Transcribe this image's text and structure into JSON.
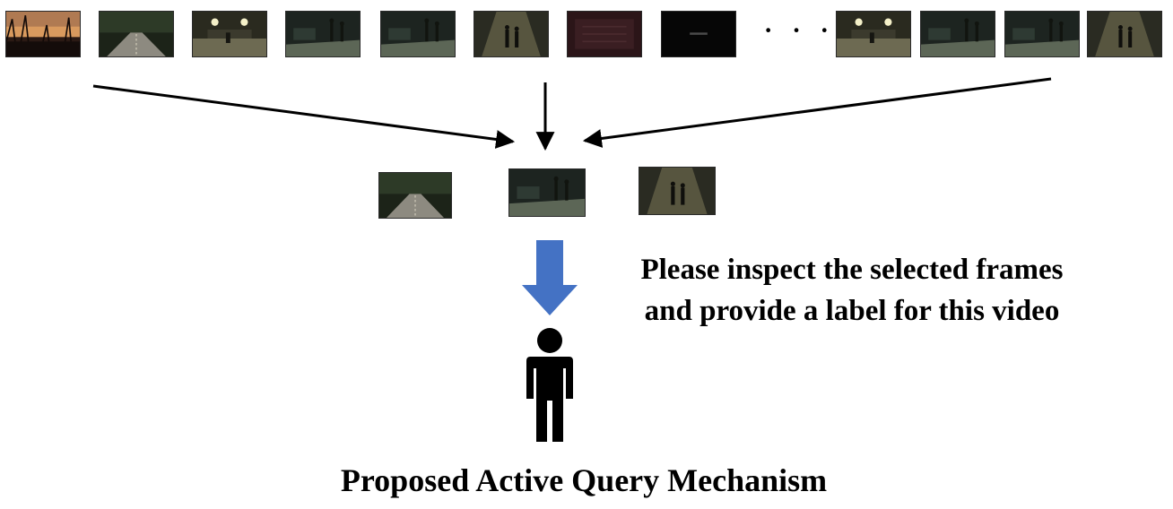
{
  "diagram": {
    "ellipsis": "· · ·",
    "prompt_lines": [
      "Please inspect the selected frames",
      "and provide a label for this video"
    ],
    "caption": "Proposed Active Query Mechanism"
  },
  "frames": {
    "input": [
      {
        "scene": "sunset-trees"
      },
      {
        "scene": "night-road"
      },
      {
        "scene": "garage-lights"
      },
      {
        "scene": "tunnel-people"
      },
      {
        "scene": "tunnel-people"
      },
      {
        "scene": "tunnel-walkers"
      },
      {
        "scene": "dark-red-wall"
      },
      {
        "scene": "black-title"
      },
      {
        "scene": "garage-lights"
      },
      {
        "scene": "tunnel-people"
      },
      {
        "scene": "tunnel-people"
      },
      {
        "scene": "tunnel-walkers"
      }
    ],
    "selected": [
      {
        "scene": "night-road"
      },
      {
        "scene": "tunnel-people"
      },
      {
        "scene": "tunnel-walkers"
      }
    ]
  },
  "colors": {
    "query_arrow": "#4472c4",
    "person": "#000000",
    "connector": "#000000"
  },
  "icons": {
    "query_arrow": "down-arrow-icon",
    "annotator": "person-icon"
  }
}
